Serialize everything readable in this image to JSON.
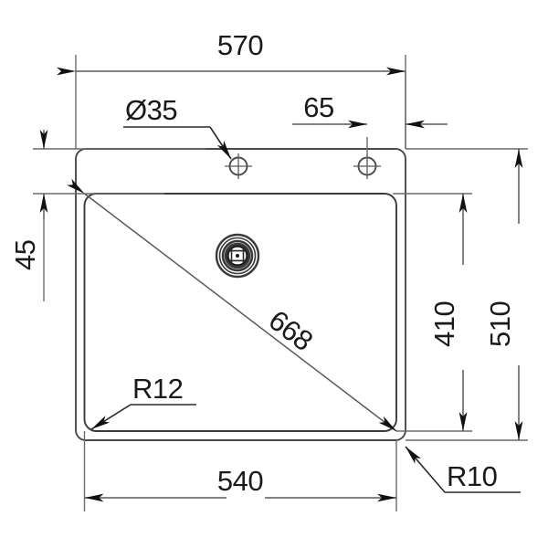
{
  "drawing": {
    "title": "Kitchen sink cutout technical dimension drawing",
    "units": "mm",
    "line_color": "#4a4a4a",
    "text_color": "#1a1a1a",
    "background": "#ffffff"
  },
  "dimensions": {
    "overall_width": "570",
    "overall_depth": "510",
    "bowl_width": "540",
    "bowl_depth": "410",
    "ledge_depth": "45",
    "tap_hole_offset": "65",
    "tap_hole_diameter": "Ø35",
    "diagonal": "668",
    "corner_radius_bowl": "R12",
    "corner_radius_rim": "R10"
  },
  "labels": [
    {
      "id": "width-570",
      "text": "570",
      "kind": "linear",
      "orientation": "horizontal"
    },
    {
      "id": "offset-65",
      "text": "65",
      "kind": "linear",
      "orientation": "horizontal"
    },
    {
      "id": "dia-35",
      "text": "Ø35",
      "kind": "leader",
      "orientation": "horizontal"
    },
    {
      "id": "ledge-45",
      "text": "45",
      "kind": "linear",
      "orientation": "vertical"
    },
    {
      "id": "diag-668",
      "text": "668",
      "kind": "linear",
      "orientation": "diagonal"
    },
    {
      "id": "depth-410",
      "text": "410",
      "kind": "linear",
      "orientation": "vertical"
    },
    {
      "id": "depth-510",
      "text": "510",
      "kind": "linear",
      "orientation": "vertical"
    },
    {
      "id": "radius-r12",
      "text": "R12",
      "kind": "leader",
      "orientation": "horizontal"
    },
    {
      "id": "width-540",
      "text": "540",
      "kind": "linear",
      "orientation": "horizontal"
    },
    {
      "id": "radius-r10",
      "text": "R10",
      "kind": "leader",
      "orientation": "horizontal"
    }
  ],
  "features": {
    "tap_hole_left": "tap-hole",
    "tap_hole_right": "tap-hole",
    "drain": "drain-strainer"
  }
}
